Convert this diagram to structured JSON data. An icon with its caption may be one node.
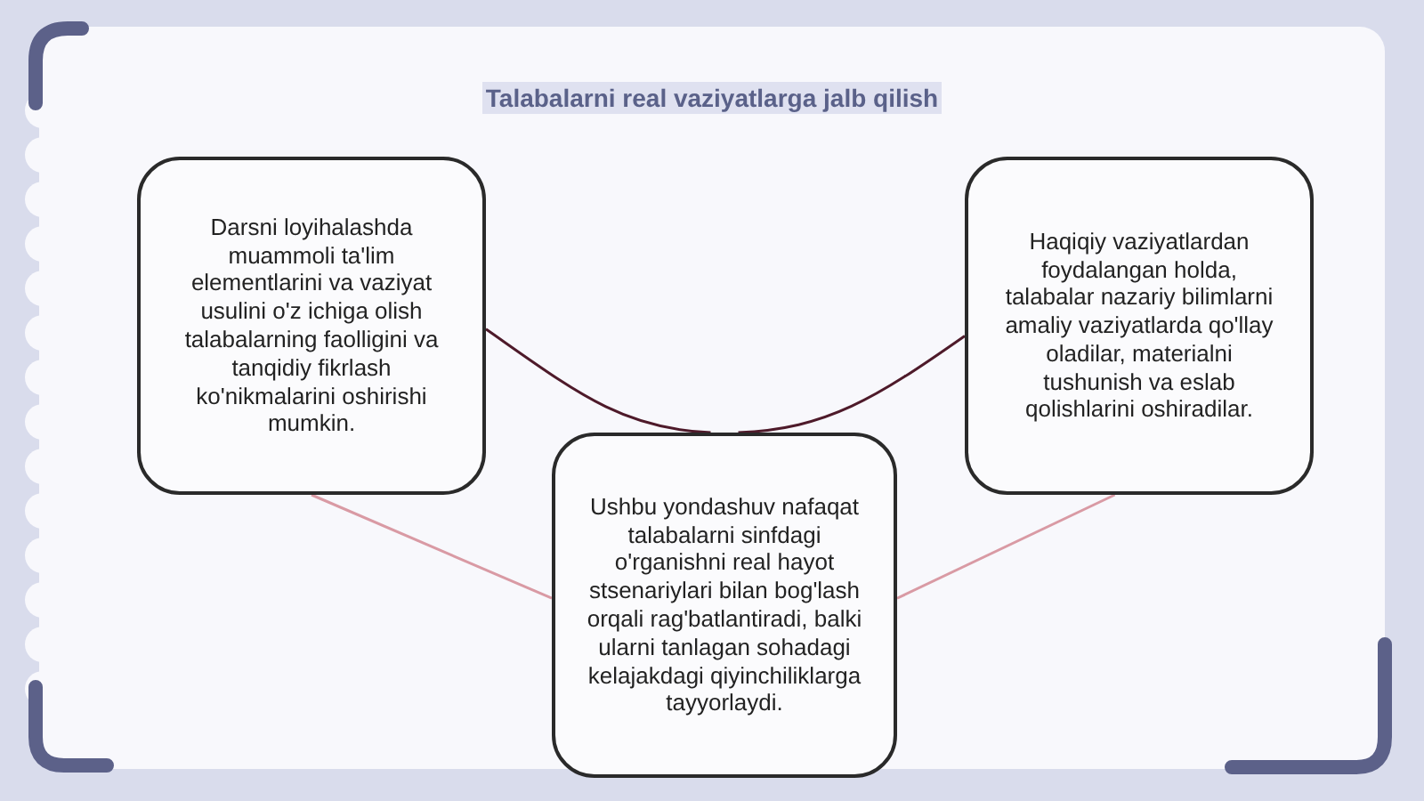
{
  "diagram": {
    "title": "Talabalarni real vaziyatlarga jalb qilish",
    "nodes": [
      {
        "text": [
          "Darsni loyihalashda muammoli ta'lim elementlarini va vaziyat usulini o'z ichiga olish talabalarning faolligini va tanqidiy fikrlash ko'nikmalarini oshirishi mumkin."
        ]
      },
      {
        "text": [
          "Haqiqiy vaziyatlardan foydalangan holda, talabalar nazariy bilimlarni amaliy vaziyatlarda qo'llay oladilar, materialni tushunish va eslab qolishlarini oshiradilar."
        ]
      },
      {
        "text": [
          "Ushbu yondashuv nafaqat talabalarni sinfdagi o'rganishni real hayot stsenariylari bilan bog'lash orqali rag'batlantiradi, balki ularni tanlagan sohadagi kelajakdagi qiyinchiliklarga tayyorlaydi."
        ]
      }
    ],
    "edges": [
      {
        "from": 0,
        "to": 2,
        "arrow": "none",
        "color": "#4e1a2a"
      },
      {
        "from": 1,
        "to": 2,
        "arrow": "none",
        "color": "#4e1a2a"
      },
      {
        "from": 0,
        "to": 2,
        "arrow": "none",
        "color": "#d99aa4"
      },
      {
        "from": 1,
        "to": 2,
        "arrow": "none",
        "color": "#d99aa4"
      }
    ]
  }
}
